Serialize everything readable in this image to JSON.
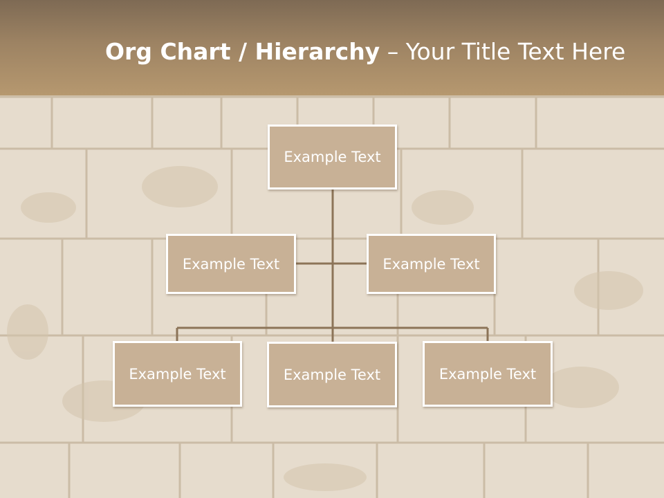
{
  "slide": {
    "title_strong": "Org Chart / Hierarchy",
    "title_dash": "–",
    "title_light": "Your Title Text Here"
  },
  "org": {
    "root": {
      "label": "Example Text"
    },
    "assistants": [
      {
        "label": "Example Text"
      },
      {
        "label": "Example Text"
      }
    ],
    "children": [
      {
        "label": "Example Text"
      },
      {
        "label": "Example Text"
      },
      {
        "label": "Example Text"
      }
    ]
  },
  "colors": {
    "header": "#9d8363",
    "node_fill": "#c8b196",
    "node_border": "#ffffff",
    "connector": "#8c7458",
    "text": "#ffffff"
  }
}
